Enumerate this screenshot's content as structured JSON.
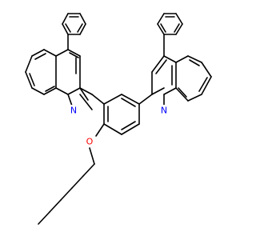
{
  "structure": {
    "atoms": [
      {
        "id": "N1",
        "label": "N",
        "color": "#0000ff"
      },
      {
        "id": "N2",
        "label": "N",
        "color": "#0000ff"
      },
      {
        "id": "O1",
        "label": "O",
        "color": "#ff0000"
      }
    ],
    "bond_color": "#000000",
    "background": "#ffffff"
  }
}
